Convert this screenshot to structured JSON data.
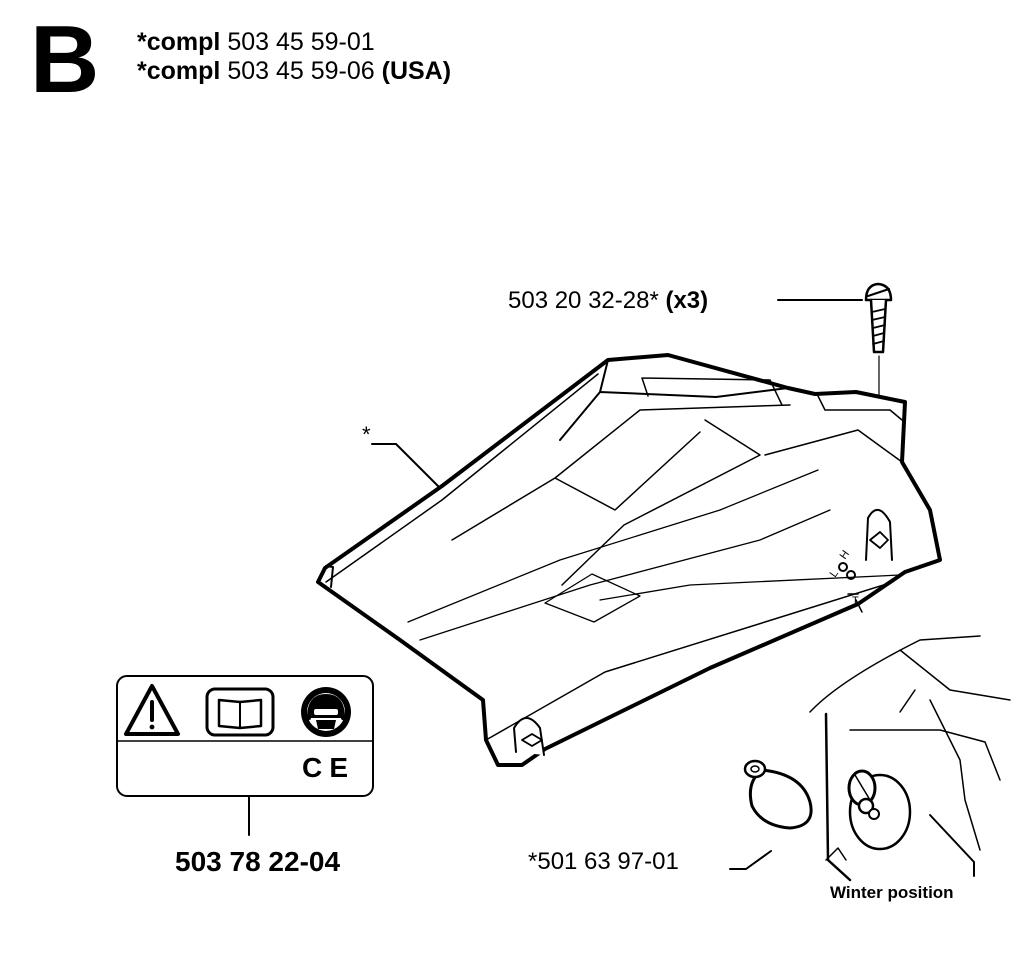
{
  "header": {
    "section_letter": "B",
    "lines": [
      {
        "prefix": "*compl",
        "number": "503 45 59-01",
        "suffix": ""
      },
      {
        "prefix": "*compl",
        "number": "503 45 59-06",
        "suffix": "(USA)"
      }
    ]
  },
  "labels": {
    "screw_part": "503 20 32-28*",
    "screw_qty": "(x3)",
    "cover_marker": "*",
    "decal_part": "503 78 22-04",
    "cap_part": "*501 63 97-01",
    "winter": "Winter position",
    "adjust_l": "L",
    "adjust_h": "H",
    "adjust_t": "T"
  },
  "decal": {
    "ce_mark": "CE"
  }
}
